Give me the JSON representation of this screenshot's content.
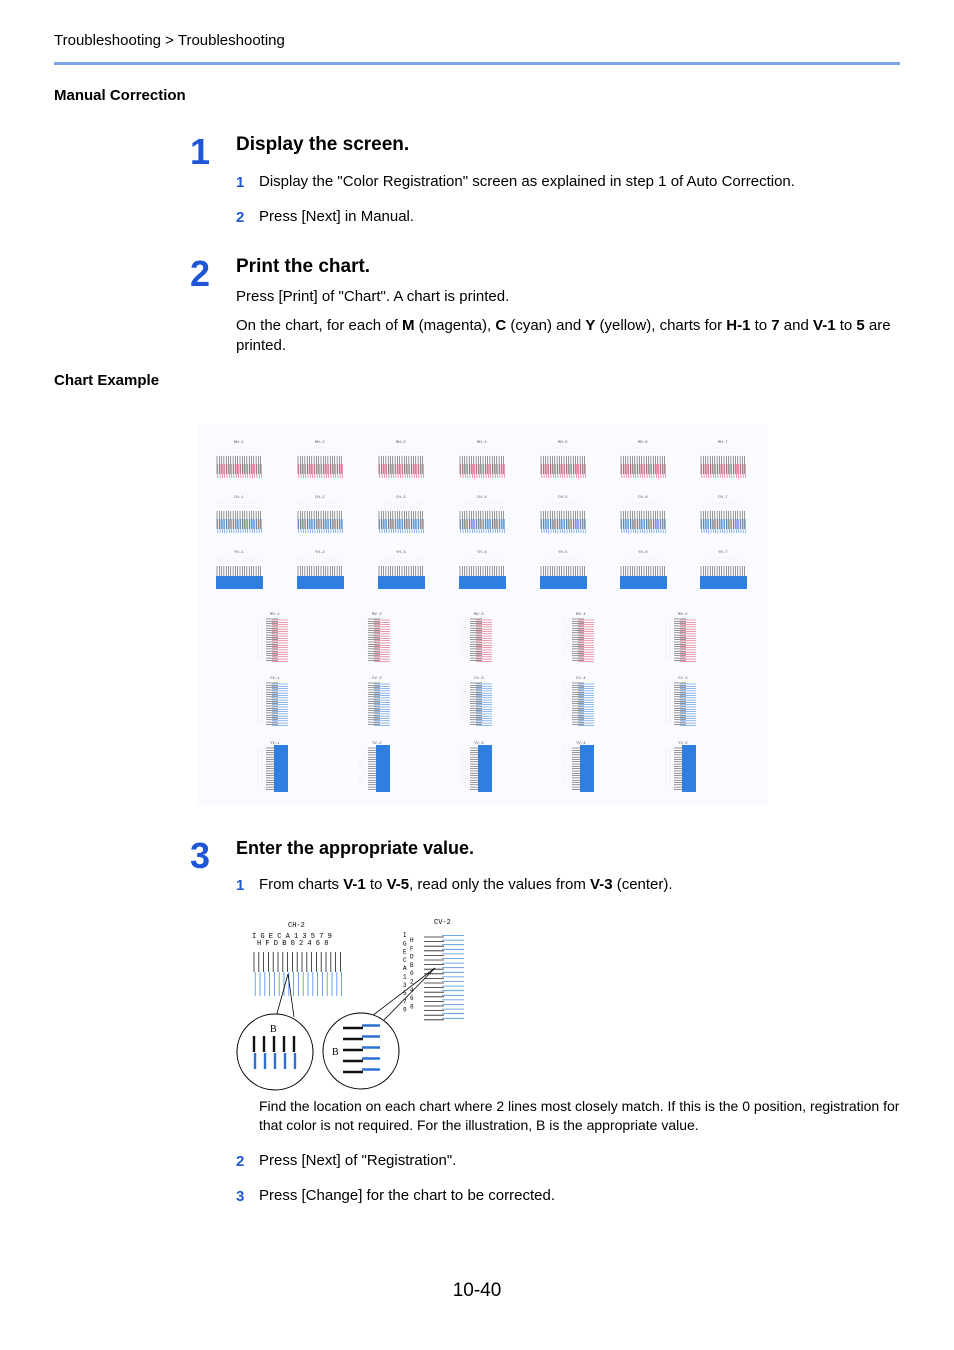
{
  "header": {
    "breadcrumb": "Troubleshooting > Troubleshooting"
  },
  "section": {
    "title": "Manual Correction"
  },
  "steps": [
    {
      "num": "1",
      "title": "Display the screen.",
      "subs": [
        {
          "num": "1",
          "text": "Display the \"Color Registration\" screen as explained in step 1 of Auto Correction."
        },
        {
          "num": "2",
          "text": "Press [Next] in Manual."
        }
      ]
    },
    {
      "num": "2",
      "title": "Print the chart.",
      "para1": "Press [Print] of \"Chart\". A chart is printed.",
      "para2": {
        "t1": "On the chart, for each of ",
        "b1": "M",
        "t2": " (magenta), ",
        "b2": "C",
        "t3": " (cyan) and ",
        "b3": "Y",
        "t4": " (yellow), charts for ",
        "b4": "H-1",
        "t5": " to ",
        "b5": "7",
        "t6": " and ",
        "b6": "V-1",
        "t7": " to ",
        "b7": "5",
        "t8": " are printed."
      }
    },
    {
      "num": "3",
      "title": "Enter the appropriate value.",
      "sub1": {
        "num": "1",
        "t1": "From charts ",
        "b1": "V-1",
        "t2": " to ",
        "b2": "V-5",
        "t3": ", read only the values from ",
        "b3": "V-3",
        "t4": " (center)."
      },
      "note": "Find the location on each chart where 2 lines most closely match. If this is the 0 position, registration for that color is not required. For the illustration, B is the appropriate value.",
      "sub2": {
        "num": "2",
        "text": "Press [Next] of \"Registration\"."
      },
      "sub3": {
        "num": "3",
        "text": "Press [Change] for the chart to be corrected."
      }
    }
  ],
  "chart_example": {
    "label": "Chart Example",
    "colors": {
      "magenta": "#e0607a",
      "cyan": "#4a8fe0",
      "yellow": "#2f7fe0"
    },
    "h_rows": [
      {
        "color": "magenta",
        "labels": [
          "MH-1",
          "MH-2",
          "MH-3",
          "MH-4",
          "MH-5",
          "MH-6",
          "MH-7"
        ]
      },
      {
        "color": "cyan",
        "labels": [
          "CH-1",
          "CH-2",
          "CH-3",
          "CH-4",
          "CH-5",
          "CH-6",
          "CH-7"
        ]
      },
      {
        "color": "yellow",
        "labels": [
          "YH-1",
          "YH-2",
          "YH-3",
          "YH-4",
          "YH-5",
          "YH-6",
          "YH-7"
        ]
      }
    ],
    "v_rows": [
      {
        "color": "magenta",
        "labels": [
          "MV-1",
          "MV-2",
          "MV-3",
          "MV-4",
          "MV-5"
        ]
      },
      {
        "color": "cyan",
        "labels": [
          "CV-1",
          "CV-2",
          "CV-3",
          "CV-4",
          "CV-5"
        ]
      },
      {
        "color": "yellow",
        "labels": [
          "YV-1",
          "YV-2",
          "YV-3",
          "YV-4",
          "YV-5"
        ]
      }
    ]
  },
  "illustration": {
    "h_title": "CH-2",
    "h_row1": "I G E C A 1 3 5 7 9",
    "h_row2": "H F D B 0 2 4 6 8",
    "v_title": "CV-2",
    "v_left": [
      "I",
      "G",
      "E",
      "C",
      "A",
      "1",
      "3",
      "5",
      "7",
      "9"
    ],
    "v_right": [
      "H",
      "F",
      "D",
      "B",
      "0",
      "2",
      "4",
      "6",
      "8"
    ],
    "mark": "B"
  },
  "footer": {
    "page": "10-40"
  }
}
